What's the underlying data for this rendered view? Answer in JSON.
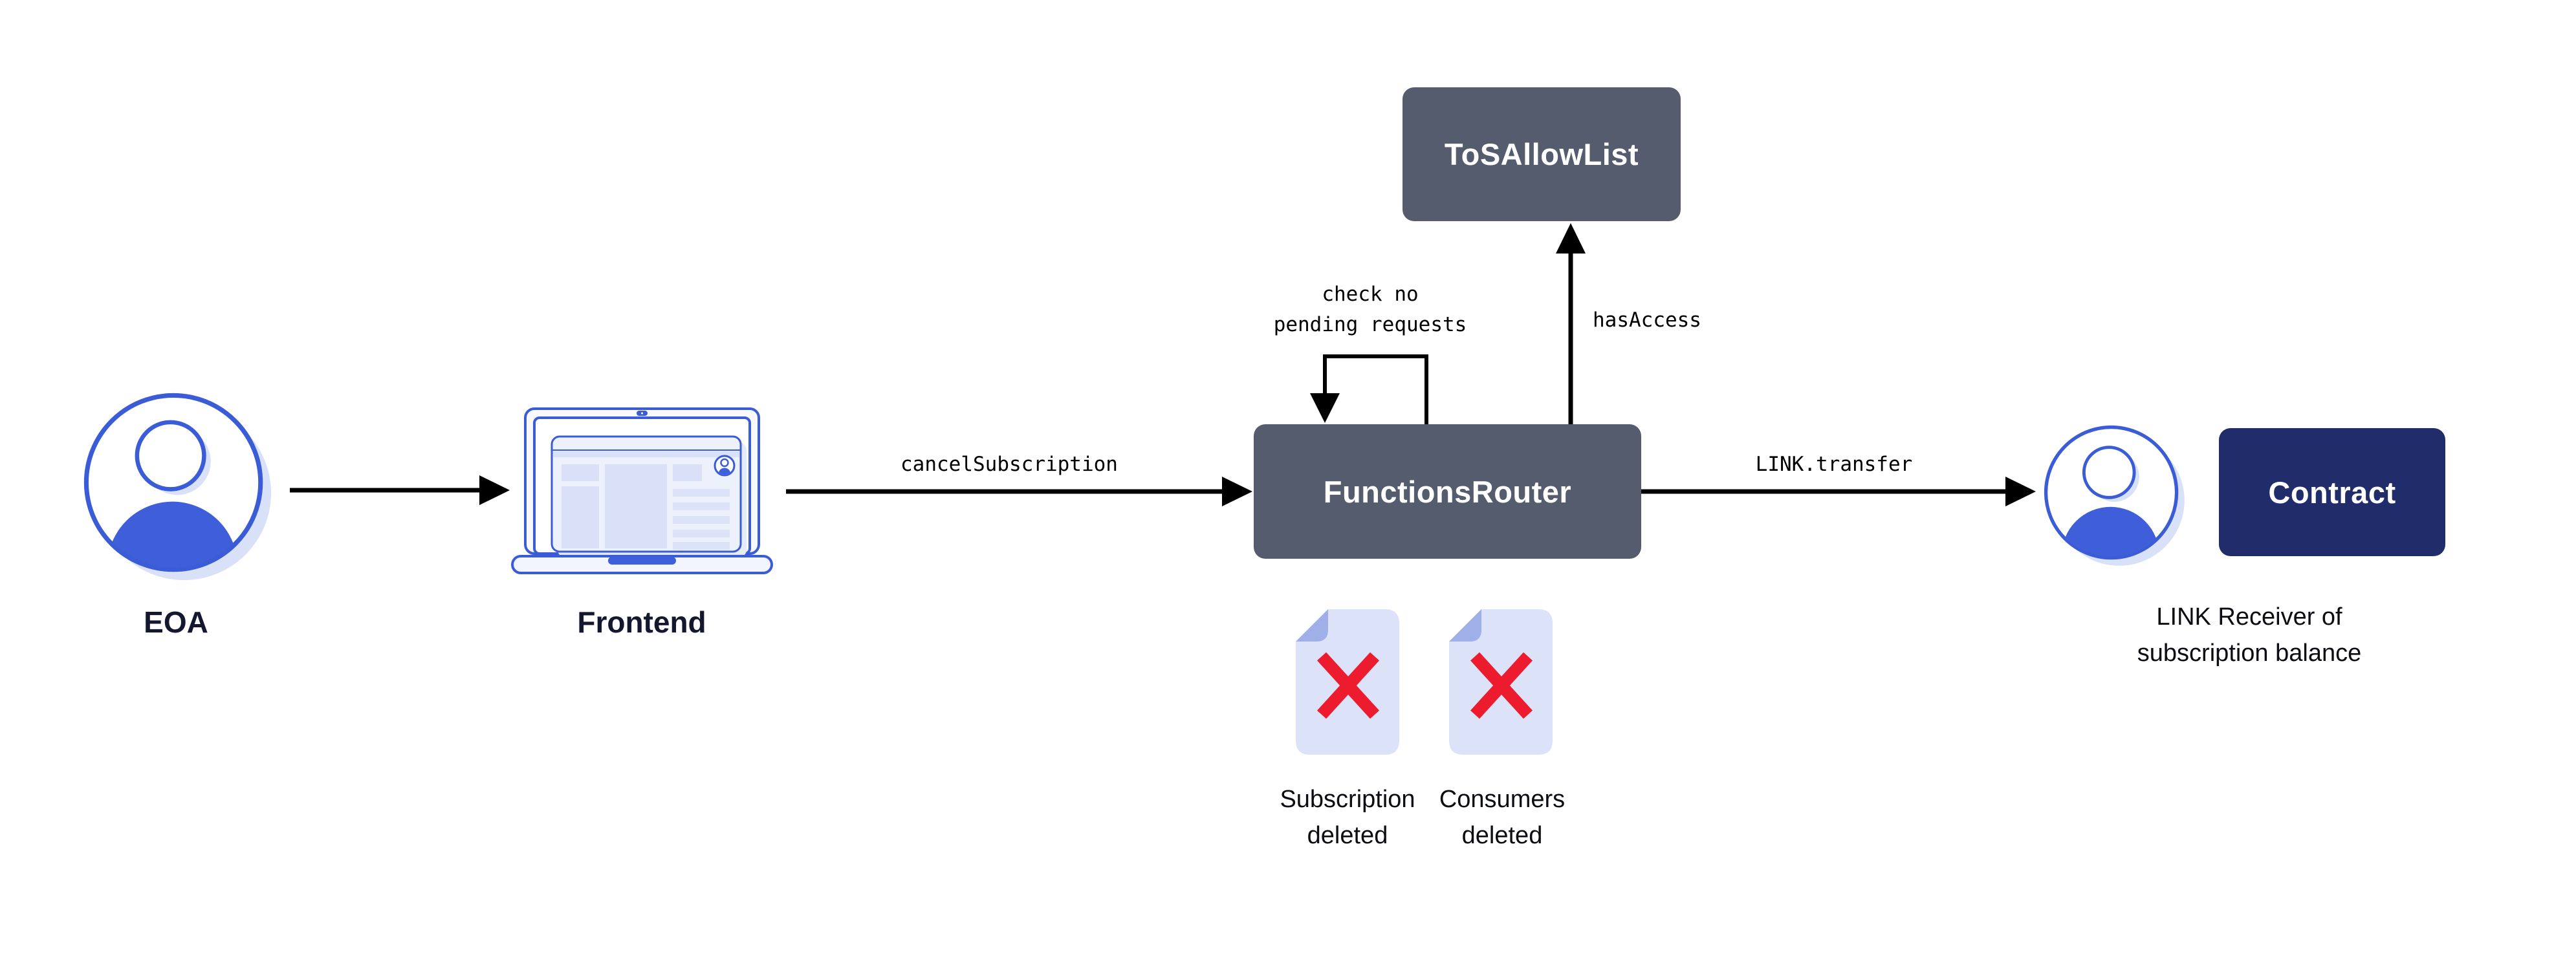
{
  "nodes": {
    "eoa": {
      "label": "EOA"
    },
    "frontend": {
      "label": "Frontend"
    },
    "functions_router": {
      "label": "FunctionsRouter"
    },
    "tos_allow_list": {
      "label": "ToSAllowList"
    },
    "contract": {
      "label": "Contract"
    },
    "link_receiver": {
      "caption_line1": "LINK Receiver of",
      "caption_line2": "subscription balance"
    }
  },
  "edges": {
    "cancel_subscription": {
      "label": "cancelSubscription"
    },
    "check_pending": {
      "label_line1": "check no",
      "label_line2": "pending requests"
    },
    "has_access": {
      "label": "hasAccess"
    },
    "link_transfer": {
      "label": "LINK.transfer"
    }
  },
  "documents": [
    {
      "caption_line1": "Subscription",
      "caption_line2": "deleted"
    },
    {
      "caption_line1": "Consumers",
      "caption_line2": "deleted"
    }
  ],
  "colors": {
    "blue": "#3a5cd7",
    "blue-fill": "#3f5ed9",
    "light-shadow": "#d9e1f8",
    "slate": "#555c6d",
    "navy": "#212c6a",
    "doc-body": "#dce3f8",
    "doc-fold": "#9fb0e8",
    "red": "#ec1b2e",
    "line": "#000000",
    "text-dark": "#14182e",
    "text-black": "#0c0d12",
    "bg": "#ffffff"
  }
}
